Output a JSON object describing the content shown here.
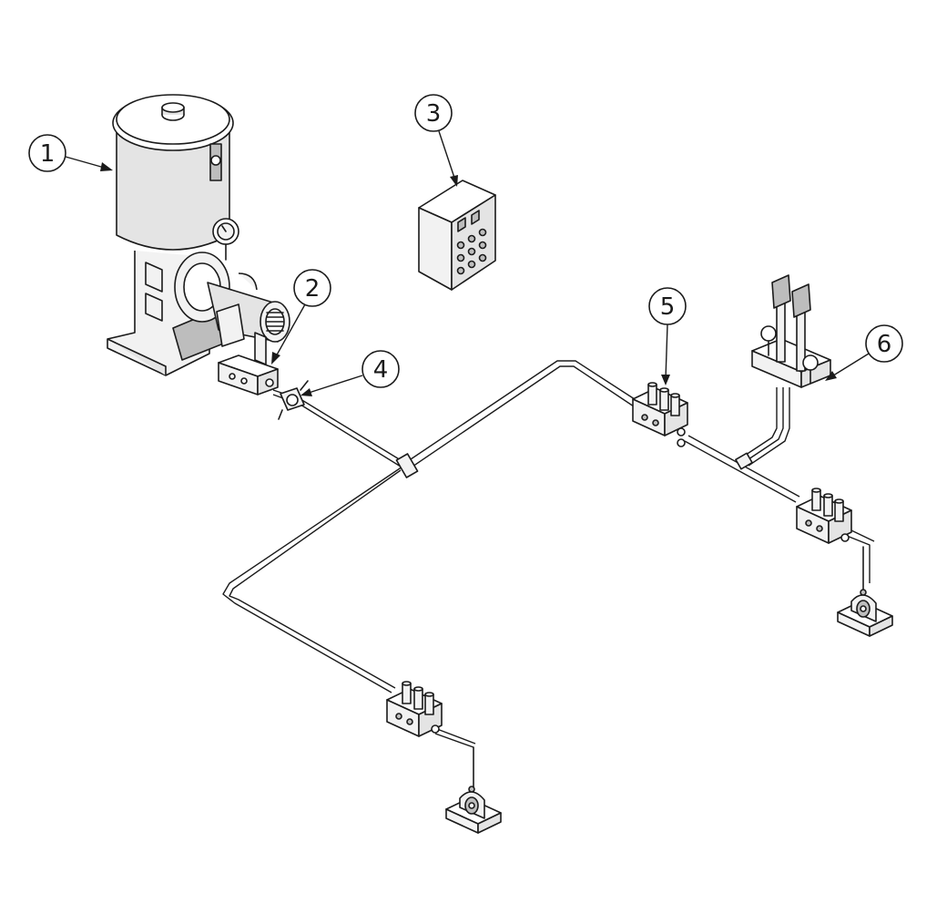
{
  "callouts": [
    {
      "id": "1",
      "label": "1"
    },
    {
      "id": "2",
      "label": "2"
    },
    {
      "id": "3",
      "label": "3"
    },
    {
      "id": "4",
      "label": "4"
    },
    {
      "id": "5",
      "label": "5"
    },
    {
      "id": "6",
      "label": "6"
    }
  ],
  "colors": {
    "line": "#1a1a1a",
    "fill_light": "#f2f2f2",
    "fill_mid": "#e4e4e4",
    "fill_dark": "#bdbdbd"
  }
}
